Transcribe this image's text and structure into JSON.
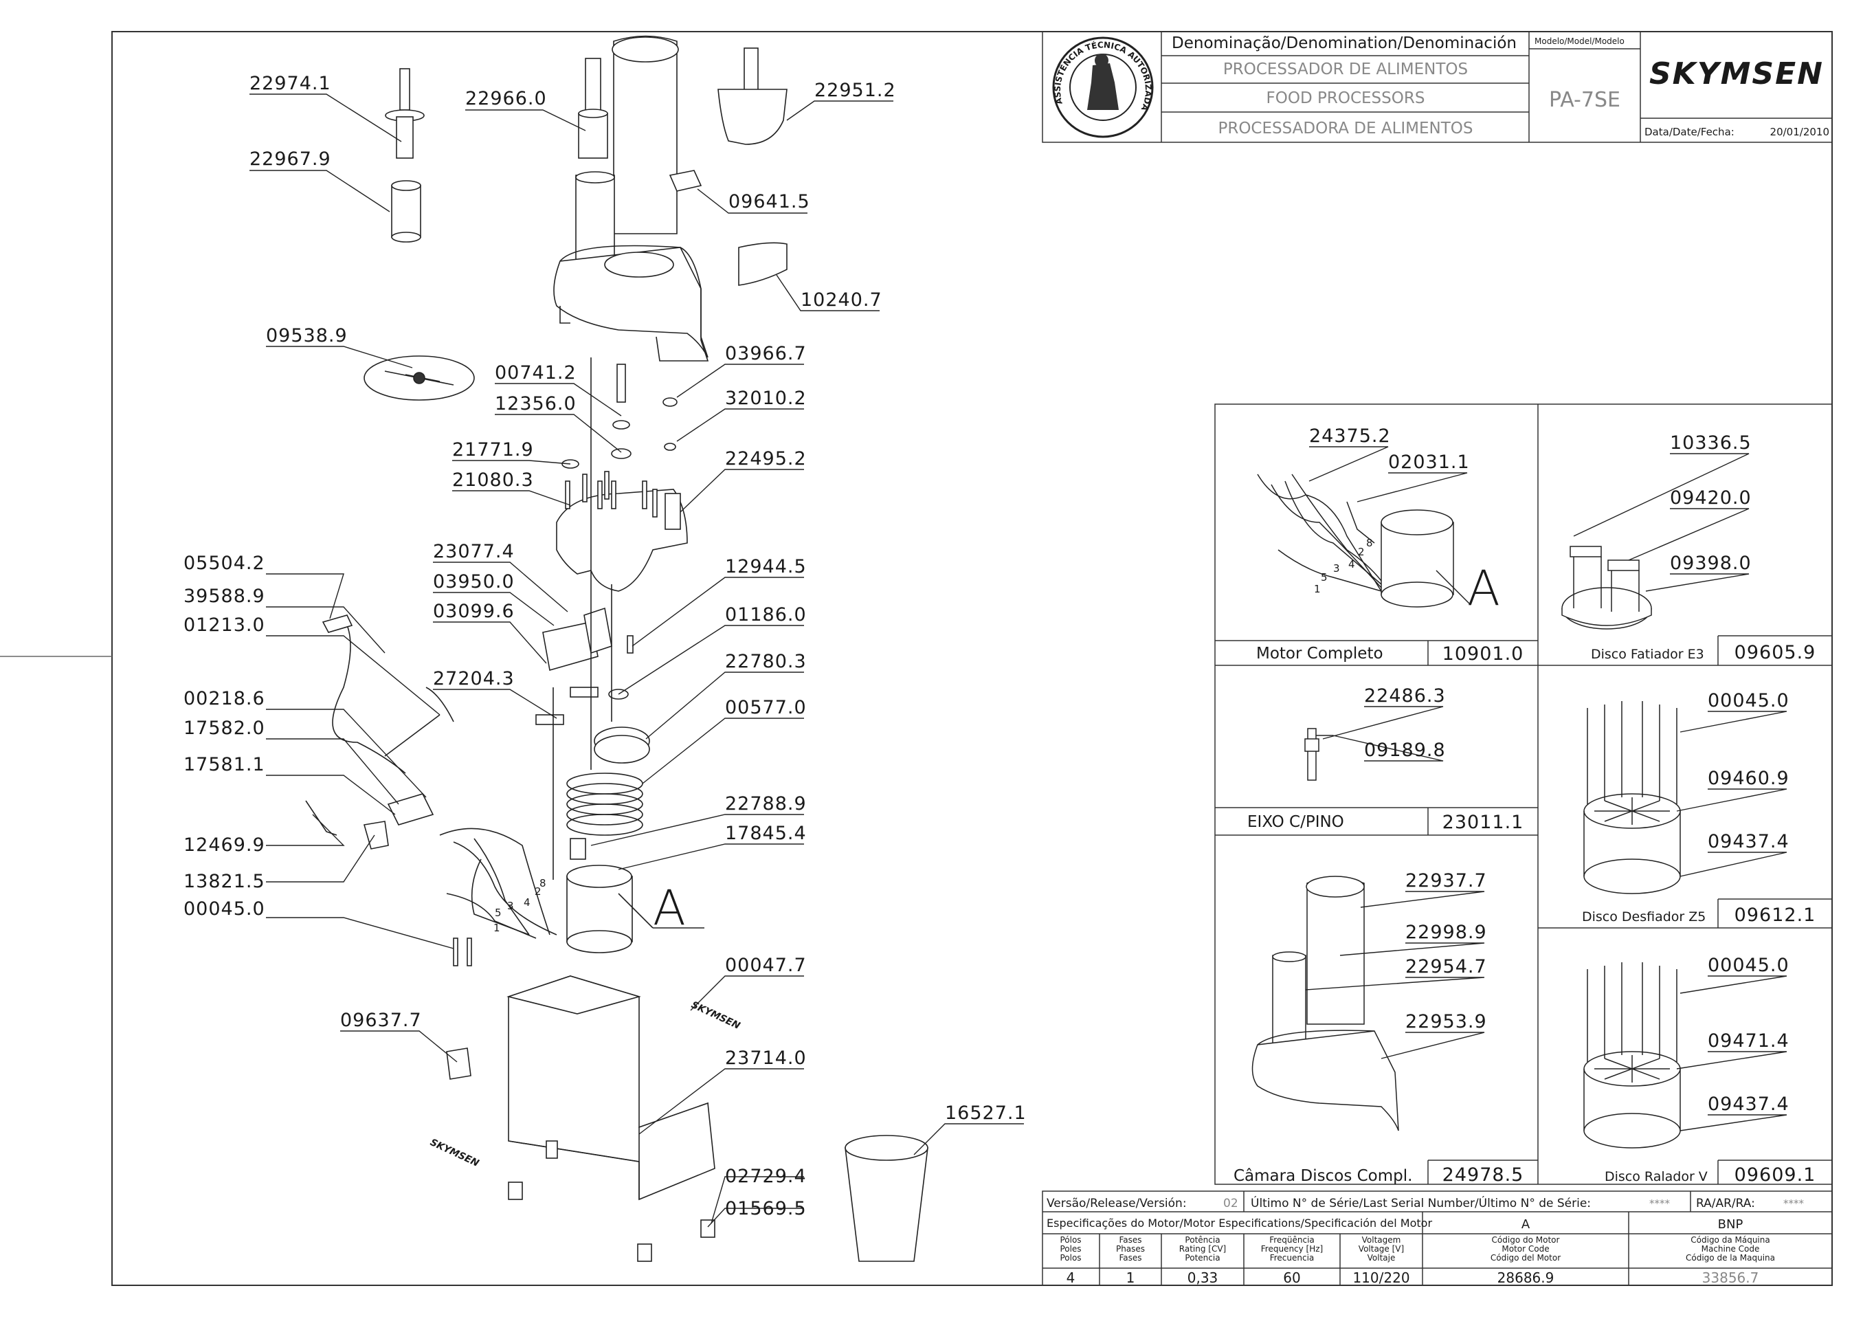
{
  "header": {
    "denomination_title": "Denominação/Denomination/Denominación",
    "model_title": "Modelo/Model/Modelo",
    "names": [
      "PROCESSADOR DE ALIMENTOS",
      "FOOD PROCESSORS",
      "PROCESSADORA DE ALIMENTOS"
    ],
    "model": "PA-7SE",
    "brand": "SKYMSEN",
    "date_label": "Data/Date/Fecha:",
    "date": "20/01/2010",
    "seal_text": "ASSISTÊNCIA TÉCNICA AUTORIZADA"
  },
  "main_parts": {
    "p22974_1": "22974.1",
    "p22967_9": "22967.9",
    "p22966_0": "22966.0",
    "p22951_2": "22951.2",
    "p09641_5": "09641.5",
    "p10240_7": "10240.7",
    "p09538_9": "09538.9",
    "p00741_2": "00741.2",
    "p03966_7": "03966.7",
    "p12356_0": "12356.0",
    "p32010_2": "32010.2",
    "p21771_9": "21771.9",
    "p22495_2": "22495.2",
    "p21080_3": "21080.3",
    "p05504_2": "05504.2",
    "p23077_4": "23077.4",
    "p03950_0": "03950.0",
    "p12944_5": "12944.5",
    "p39588_9": "39588.9",
    "p03099_6": "03099.6",
    "p01213_0": "01213.0",
    "p01186_0": "01186.0",
    "p22780_3": "22780.3",
    "p27204_3": "27204.3",
    "p00218_6": "00218.6",
    "p00577_0": "00577.0",
    "p17582_0": "17582.0",
    "p17581_1": "17581.1",
    "p22788_9": "22788.9",
    "p17845_4": "17845.4",
    "p12469_9": "12469.9",
    "p13821_5": "13821.5",
    "p00045_0": "00045.0",
    "p00047_7": "00047.7",
    "p09637_7": "09637.7",
    "p23714_0": "23714.0",
    "p16527_1": "16527.1",
    "p02729_4": "02729.4",
    "p01569_5": "01569.5",
    "view_letter": "A",
    "wire_numbers": [
      "1",
      "5",
      "3",
      "4",
      "2",
      "8"
    ]
  },
  "panels": {
    "motor": {
      "parts": [
        "24375.2",
        "02031.1"
      ],
      "letter": "A",
      "wire_numbers": [
        "1",
        "5",
        "3",
        "4",
        "2",
        "8"
      ],
      "caption": "Motor Completo",
      "code": "10901.0"
    },
    "disco_fatiador": {
      "parts": [
        "10336.5",
        "09420.0",
        "09398.0"
      ],
      "caption": "Disco Fatiador E3",
      "code": "09605.9"
    },
    "eixo": {
      "parts": [
        "22486.3",
        "09189.8"
      ],
      "caption": "EIXO C/PINO",
      "code": "23011.1"
    },
    "disco_desfiador": {
      "parts": [
        "00045.0",
        "09460.9",
        "09437.4"
      ],
      "caption": "Disco Desfiador Z5",
      "code": "09612.1"
    },
    "camara": {
      "parts": [
        "22937.7",
        "22998.9",
        "22954.7",
        "22953.9"
      ],
      "caption": "Câmara Discos Compl.",
      "code": "24978.5"
    },
    "disco_ralador": {
      "parts": [
        "00045.0",
        "09471.4",
        "09437.4"
      ],
      "caption": "Disco Ralador V",
      "code": "09609.1"
    }
  },
  "spec_table": {
    "version_label": "Versão/Release/Versión:",
    "version": "02",
    "serial_label": "Último N° de Série/Last Serial Number/Último N° de Série:",
    "serial": "****",
    "ra_label": "RA/AR/RA:",
    "ra": "****",
    "motor_spec_label": "Especificações do Motor/Motor Especifications/Specificación del Motor",
    "col_a": "A",
    "col_bnp": "BNP",
    "headers": [
      [
        "Pólos",
        "Poles",
        "Polos"
      ],
      [
        "Fases",
        "Phases",
        "Fases"
      ],
      [
        "Potência",
        "Rating [CV]",
        "Potencia"
      ],
      [
        "Freqüência",
        "Frequency [Hz]",
        "Frecuencia"
      ],
      [
        "Voltagem",
        "Voltage [V]",
        "Voltaje"
      ],
      [
        "Código do Motor",
        "Motor Code",
        "Código del Motor"
      ],
      [
        "Código da Máquina",
        "Machine Code",
        "Código de la Maquina"
      ]
    ],
    "values": [
      "4",
      "1",
      "0,33",
      "60",
      "110/220",
      "28686.9",
      "33856.7"
    ]
  }
}
